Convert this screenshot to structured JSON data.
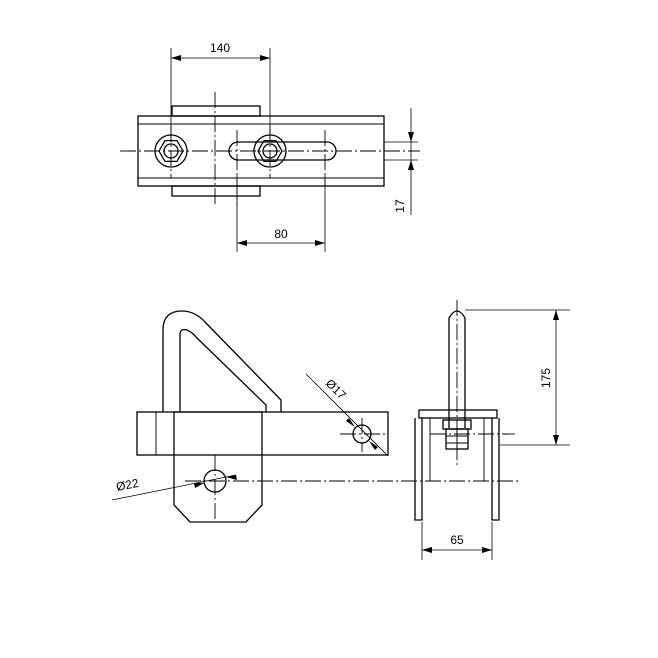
{
  "dimensions": {
    "top_width": "140",
    "slot_length": "80",
    "slot_offset": "17",
    "hole_small": "Ø17",
    "hole_large": "Ø22",
    "height": "175",
    "side_width": "65"
  }
}
